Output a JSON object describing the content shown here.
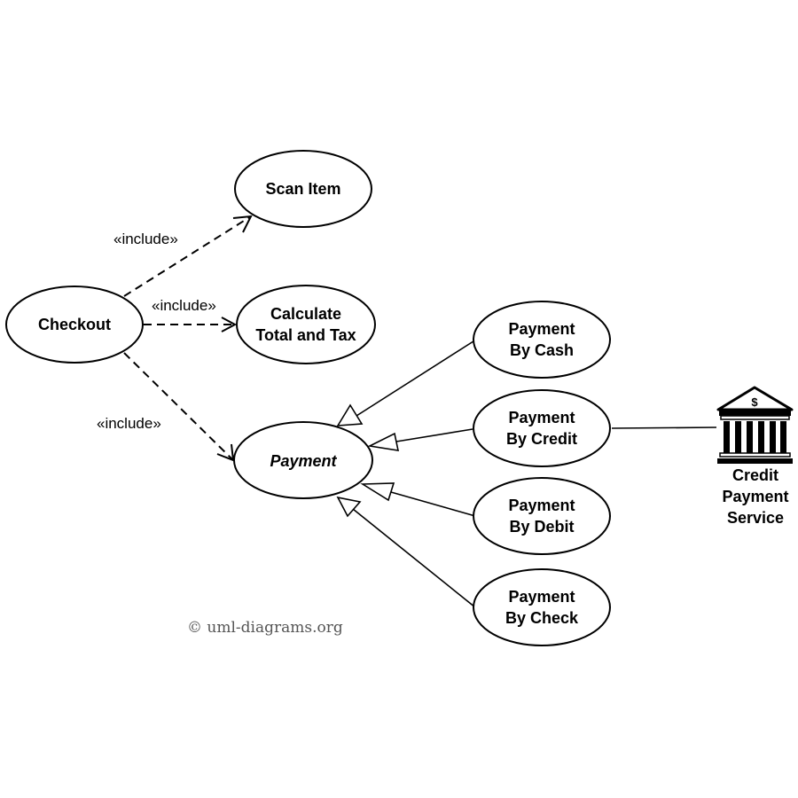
{
  "use_cases": {
    "checkout": "Checkout",
    "scan_item": "Scan Item",
    "calculate_1": "Calculate",
    "calculate_2": "Total and Tax",
    "payment": "Payment",
    "cash_1": "Payment",
    "cash_2": "By Cash",
    "credit_1": "Payment",
    "credit_2": "By Credit",
    "debit_1": "Payment",
    "debit_2": "By Debit",
    "check_1": "Payment",
    "check_2": "By Check"
  },
  "relations": {
    "include_scan": "«include»",
    "include_calc": "«include»",
    "include_payment": "«include»"
  },
  "actor": {
    "icon": "bank-icon",
    "currency_symbol": "$",
    "line1": "Credit",
    "line2": "Payment",
    "line3": "Service"
  },
  "watermark": "© uml-diagrams.org"
}
